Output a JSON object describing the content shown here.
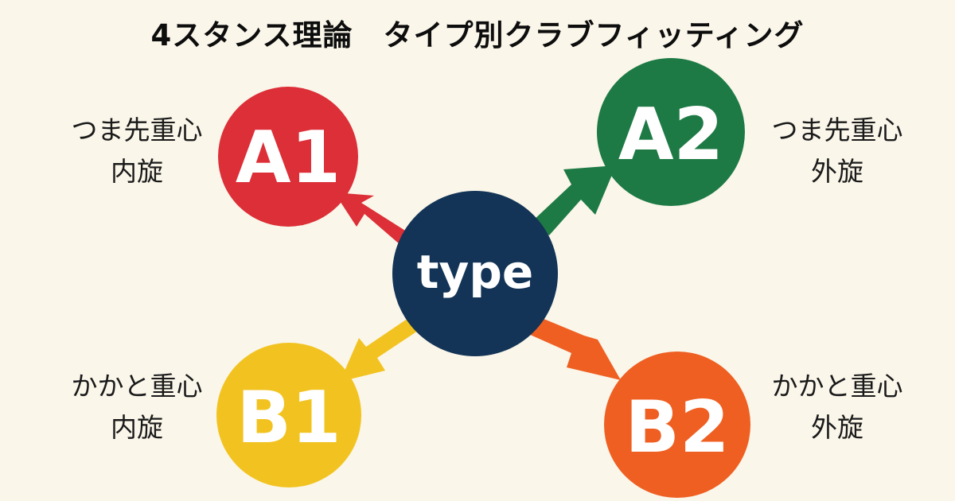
{
  "title": "4スタンス理論　タイプ別クラブフィッティング",
  "center": {
    "label": "type",
    "color": "#133456"
  },
  "types": [
    {
      "id": "A1",
      "color": "#dc2f37",
      "line1": "つま先重心",
      "line2": "内旋"
    },
    {
      "id": "A2",
      "color": "#1e7a45",
      "line1": "つま先重心",
      "line2": "外旋"
    },
    {
      "id": "B1",
      "color": "#f2c320",
      "line1": "かかと重心",
      "line2": "内旋"
    },
    {
      "id": "B2",
      "color": "#ef5f22",
      "line1": "かかと重心",
      "line2": "外旋"
    }
  ]
}
